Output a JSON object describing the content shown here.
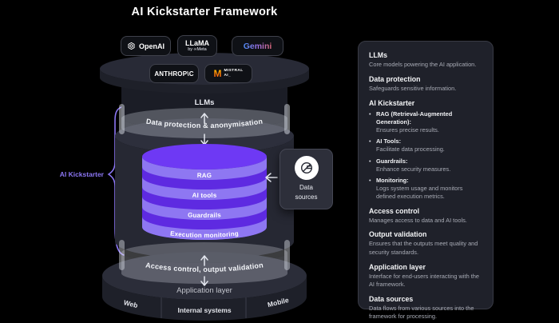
{
  "title": "AI Kickstarter Framework",
  "logos": {
    "openai": "OpenAI",
    "llama_line1": "LLaMA",
    "llama_line2": "by ∞Meta",
    "gemini": "Gemini",
    "anthropic": "ANTHROP\\C",
    "mistral_m": "M",
    "mistral_line1": "MISTRAL",
    "mistral_line2": "AI_"
  },
  "diagram": {
    "top_label": "LLMs",
    "band1": "Data protection & anonymisation",
    "stack": [
      "RAG",
      "AI tools",
      "Guardrails",
      "Execution monitoring"
    ],
    "band2": "Access control, output validation",
    "application_layer": "Application layer",
    "rim": [
      "Web",
      "Internal systems",
      "Mobile"
    ],
    "brace_label": "AI Kickstarter",
    "data_sources_line1": "Data",
    "data_sources_line2": "sources"
  },
  "colors": {
    "accent_purple": "#5e2ae1",
    "light_purple_band": "#8e77f2",
    "brace_purple": "#8b76f3",
    "panel_bg": "#1f212a",
    "dark_cylinder": "#262833",
    "mistral_orange": "#ff8205",
    "gemini_gradient_start": "#4e8df7",
    "gemini_gradient_end": "#d96678"
  },
  "panel": {
    "sections": [
      {
        "heading": "LLMs",
        "body": "Core models powering the AI application."
      },
      {
        "heading": "Data protection",
        "body": "Safeguards sensitive information."
      },
      {
        "heading": "AI Kickstarter",
        "bullets": [
          {
            "term": "RAG (Retrieval-Augmented Generation):",
            "desc": "Ensures precise results."
          },
          {
            "term": "AI Tools:",
            "desc": "Facilitate data processing."
          },
          {
            "term": "Guardrails:",
            "desc": "Enhance security measures."
          },
          {
            "term": "Monitoring:",
            "desc": "Logs system usage and monitors defined execution metrics."
          }
        ]
      },
      {
        "heading": "Access control",
        "body": "Manages access to data and AI tools."
      },
      {
        "heading": "Output validation",
        "body": "Ensures that the outputs meet quality and security standards."
      },
      {
        "heading": "Application layer",
        "body": "Interface for end-users interacting with the AI framework."
      },
      {
        "heading": "Data sources",
        "body": "Data flows from various sources into the framework for processing."
      }
    ]
  }
}
